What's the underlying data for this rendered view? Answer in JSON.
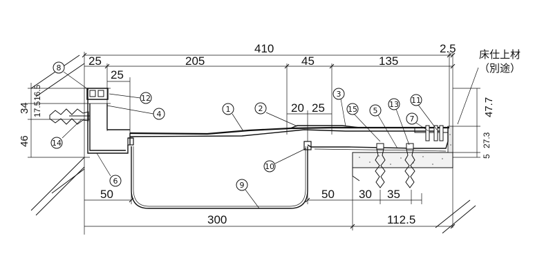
{
  "dimensions": {
    "top_25": "25",
    "top_205": "205",
    "top_410": "410",
    "top_45": "45",
    "top_135": "135",
    "top_2_5": "2.5",
    "inner_25": "25",
    "mid_20": "20",
    "mid_25": "25",
    "left_34": "34",
    "left_16_5": "16.5",
    "left_17_5": "17.5",
    "left_46": "46",
    "right_47_7": "47.7",
    "right_27_3": "27.3",
    "right_5": "5",
    "bottom_50_left": "50",
    "bottom_300": "300",
    "bottom_50_right": "50",
    "bottom_30": "30",
    "bottom_35": "35",
    "bottom_112_5": "112.5"
  },
  "notes": {
    "floor_finish_line1": "床仕上材",
    "floor_finish_line2": "（別途）"
  },
  "part_numbers": [
    "1",
    "2",
    "3",
    "4",
    "5",
    "6",
    "7",
    "8",
    "9",
    "10",
    "11",
    "12",
    "13",
    "14",
    "15"
  ]
}
